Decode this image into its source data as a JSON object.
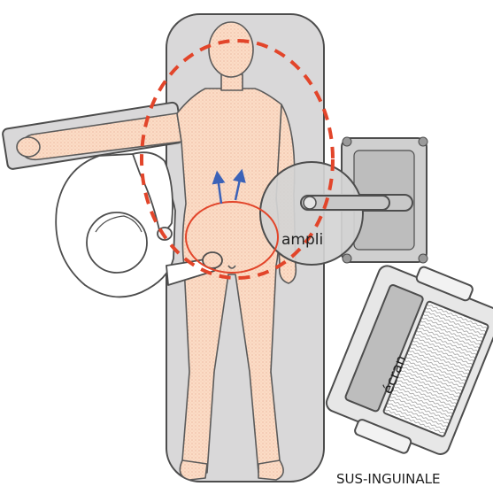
{
  "labels": {
    "ampli": "ampli",
    "ecran": "écran",
    "position": "SUS-INGUINALE"
  },
  "icons": {
    "patient": "patient-body-icon",
    "surgeon": "surgeon-icon",
    "amplifier": "amplifier-c-arm-icon",
    "screen": "monitor-screen-icon"
  },
  "colors": {
    "table": "#d9d8d9",
    "skin": "#fad9c2",
    "arc": "#e2452a",
    "arrows": "#3b62b8",
    "outline": "#555555"
  }
}
